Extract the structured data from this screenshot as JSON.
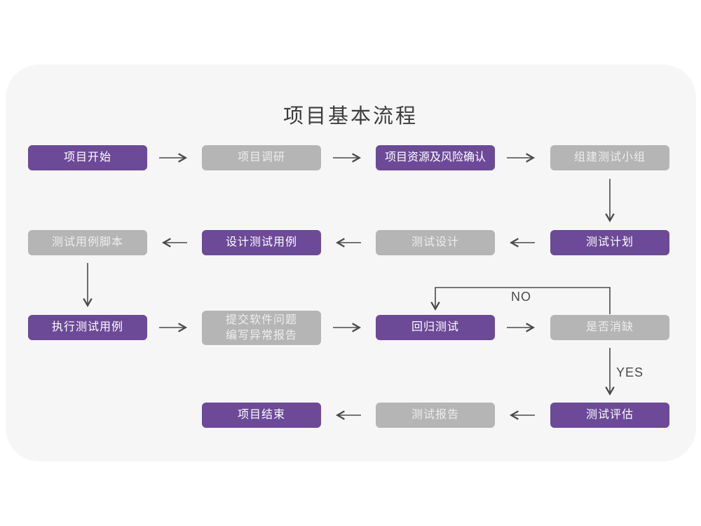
{
  "title": "项目基本流程",
  "colors": {
    "accent_purple": "#6C4A97",
    "node_gray": "#B5B5B6",
    "card_bg": "#F6F6F7",
    "arrow": "#4A4A4A",
    "gray_text": "#EDEDEE",
    "title_text": "#3D3D3D"
  },
  "nodes": [
    {
      "label": "项目开始",
      "variant": "purple"
    },
    {
      "label": "项目调研",
      "variant": "gray"
    },
    {
      "label": "项目资源及风险确认",
      "variant": "purple"
    },
    {
      "label": "组建测试小组",
      "variant": "gray"
    },
    {
      "label": "测试用例脚本",
      "variant": "gray"
    },
    {
      "label": "设计测试用例",
      "variant": "purple"
    },
    {
      "label": "测试设计",
      "variant": "gray"
    },
    {
      "label": "测试计划",
      "variant": "purple"
    },
    {
      "label": "执行测试用例",
      "variant": "purple"
    },
    {
      "label": "提交软件问题\n编写异常报告",
      "variant": "gray"
    },
    {
      "label": "回归测试",
      "variant": "purple"
    },
    {
      "label": "是否消缺",
      "variant": "gray"
    },
    {
      "label": "项目结束",
      "variant": "purple"
    },
    {
      "label": "测试报告",
      "variant": "gray"
    },
    {
      "label": "测试评估",
      "variant": "purple"
    }
  ],
  "branch_labels": {
    "no": "NO",
    "yes": "YES"
  }
}
